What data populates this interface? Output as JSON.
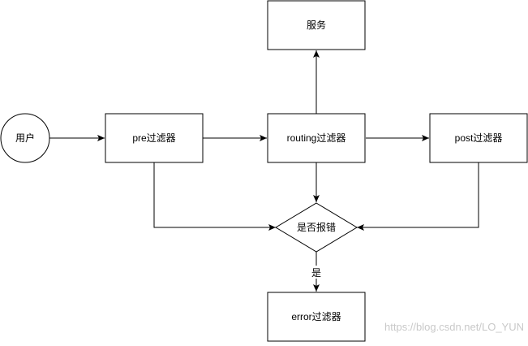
{
  "nodes": {
    "user": "用户",
    "pre": "pre过滤器",
    "routing": "routing过滤器",
    "post": "post过滤器",
    "service": "服务",
    "decision": "是否报错",
    "error": "error过滤器"
  },
  "edges": {
    "yes_label": "是"
  },
  "watermark": "https://blog.csdn.net/LO_YUN"
}
